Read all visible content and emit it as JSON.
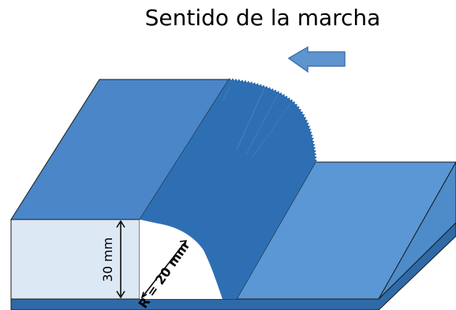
{
  "title": "Sentido de la marcha",
  "labels": {
    "height": "30 mm",
    "radius": "R = 20 mm"
  },
  "colors": {
    "block_top": "#4a86c8",
    "wave": "#2e6fb3",
    "base_plate": "#5a97d4",
    "block_front": "#dde8f5",
    "arrow": "#5f95cf",
    "outline": "#1a1a1a"
  },
  "icons": {
    "direction": "left-arrow-icon"
  }
}
